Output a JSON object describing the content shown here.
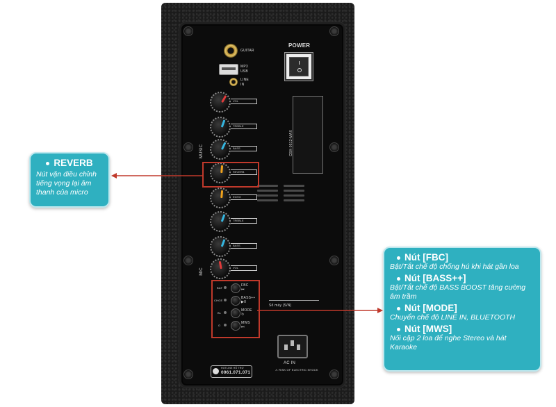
{
  "panel": {
    "guitar_label": "GUITAR",
    "mp3_label": "MP3",
    "usb_label": "USB",
    "line_label": "LINE",
    "in_label": "IN",
    "power_label": "POWER",
    "power_on_glyph": "I",
    "power_off_glyph": "O",
    "music_label": "MUSIC",
    "mic_label": "MIC",
    "knobs": [
      {
        "label": "VOL",
        "color": "#e23b3b"
      },
      {
        "label": "TREBLE",
        "color": "#35b6e0"
      },
      {
        "label": "BASS",
        "color": "#35b6e0"
      },
      {
        "label": "REVERB",
        "color": "#f0a21c"
      },
      {
        "label": "ECHO",
        "color": "#f0a21c"
      },
      {
        "label": "TREBLE",
        "color": "#35b6e0"
      },
      {
        "label": "BASS",
        "color": "#35b6e0"
      },
      {
        "label": "VOL",
        "color": "#e23b3b"
      }
    ],
    "buttons": [
      {
        "led": "BAT",
        "label": "FBC",
        "sub": "⏮"
      },
      {
        "led": "CHGE",
        "label": "BASS++",
        "sub": "▶II"
      },
      {
        "led": "BL",
        "label": "MODE",
        "sub": "↻"
      },
      {
        "led": "O",
        "label": "MWS",
        "sub": "⏭"
      }
    ],
    "sticker_model": "CBX-0512-MAX",
    "serial_label": "Số máy (S/N)",
    "ac_label": "AC IN",
    "ac_sub": "⚠ RISK OF ELECTRIC SHOCK",
    "hotline_label": "HOTLINE HỖ TRỢ",
    "hotline_number": "0961.071.071"
  },
  "reverb_box": {
    "title": "REVERB",
    "desc": "Nút vặn điều chỉnh tiếng vọng lại âm thanh của micro"
  },
  "buttons_box": {
    "items": [
      {
        "title": "Nút [FBC]",
        "desc": "Bật/Tắt chế độ chống hú khi hát gần loa"
      },
      {
        "title": "Nút [BASS++]",
        "desc": "Bật/Tắt chế độ BASS BOOST tăng cường âm trầm"
      },
      {
        "title": "Nút [MODE]",
        "desc": "Chuyển chế độ LINE IN, BLUETOOTH"
      },
      {
        "title": "Nút [MWS]",
        "desc": "Nối cặp 2 loa để nghe Stereo và hát Karaoke"
      }
    ]
  },
  "colors": {
    "callout": "#2fb0c0",
    "arrow": "#c0392b"
  }
}
